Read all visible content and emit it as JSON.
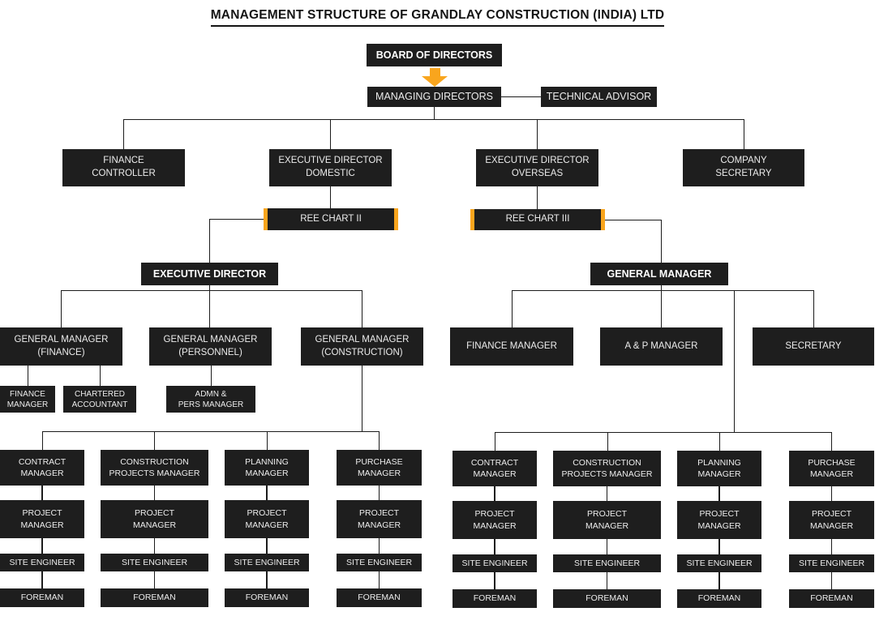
{
  "title": "MANAGEMENT STRUCTURE OF GRANDLAY CONSTRUCTION (INDIA) LTD",
  "colors": {
    "box_background": "#1e1e1e",
    "box_text": "#ececec",
    "accent_orange": "#f9a51d",
    "connector_line": "#1c1c1c",
    "page_background": "#ffffff"
  },
  "nodes": {
    "board_of_directors": "BOARD OF DIRECTORS",
    "managing_directors": "MANAGING DIRECTORS",
    "technical_advisor": "TECHNICAL ADVISOR",
    "finance_controller": "FINANCE\nCONTROLLER",
    "executive_director_domestic": "EXECUTIVE DIRECTOR\nDOMESTIC",
    "executive_director_overseas": "EXECUTIVE DIRECTOR\nOVERSEAS",
    "company_secretary": "COMPANY\nSECRETARY",
    "ree_chart_ii": "REE CHART II",
    "ree_chart_iii": "REE CHART III",
    "executive_director": "EXECUTIVE DIRECTOR",
    "general_manager": "GENERAL MANAGER",
    "gm_finance": "GENERAL MANAGER\n(FINANCE)",
    "gm_personnel": "GENERAL MANAGER\n(PERSONNEL)",
    "gm_construction": "GENERAL MANAGER\n(CONSTRUCTION)",
    "finance_manager_small": "FINANCE\nMANAGER",
    "chartered_accountant": "CHARTERED\nACCOUNTANT",
    "admn_pers_manager": "ADMN &\nPERS MANAGER",
    "finance_manager": "FINANCE MANAGER",
    "a_p_manager": "A & P MANAGER",
    "secretary": "SECRETARY"
  },
  "columns": [
    {
      "manager": "CONTRACT\nMANAGER",
      "project_manager": "PROJECT\nMANAGER",
      "site_engineer": "SITE ENGINEER",
      "foreman": "FOREMAN"
    },
    {
      "manager": "CONSTRUCTION\nPROJECTS MANAGER",
      "project_manager": "PROJECT\nMANAGER",
      "site_engineer": "SITE ENGINEER",
      "foreman": "FOREMAN"
    },
    {
      "manager": "PLANNING\nMANAGER",
      "project_manager": "PROJECT\nMANAGER",
      "site_engineer": "SITE ENGINEER",
      "foreman": "FOREMAN"
    },
    {
      "manager": "PURCHASE\nMANAGER",
      "project_manager": "PROJECT\nMANAGER",
      "site_engineer": "SITE ENGINEER",
      "foreman": "FOREMAN"
    },
    {
      "manager": "CONTRACT\nMANAGER",
      "project_manager": "PROJECT\nMANAGER",
      "site_engineer": "SITE ENGINEER",
      "foreman": "FOREMAN"
    },
    {
      "manager": "CONSTRUCTION\nPROJECTS MANAGER",
      "project_manager": "PROJECT\nMANAGER",
      "site_engineer": "SITE ENGINEER",
      "foreman": "FOREMAN"
    },
    {
      "manager": "PLANNING\nMANAGER",
      "project_manager": "PROJECT\nMANAGER",
      "site_engineer": "SITE ENGINEER",
      "foreman": "FOREMAN"
    },
    {
      "manager": "PURCHASE\nMANAGER",
      "project_manager": "PROJECT\nMANAGER",
      "site_engineer": "SITE ENGINEER",
      "foreman": "FOREMAN"
    }
  ]
}
